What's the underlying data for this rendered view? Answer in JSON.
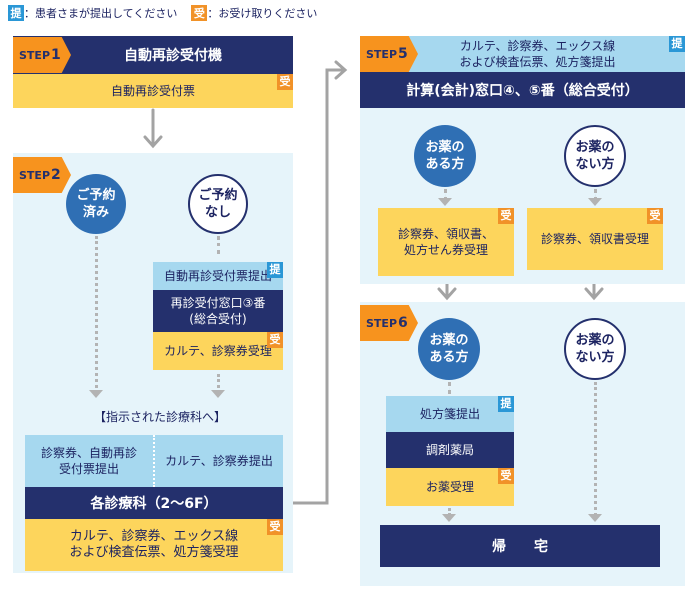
{
  "legend": {
    "submit_mark": "提",
    "submit_text": "：患者さまが提出してください",
    "receive_mark": "受",
    "receive_text": "：お受け取りください"
  },
  "badges": {
    "submit": "提",
    "receive": "受"
  },
  "step1": {
    "step_word": "STEP",
    "step_num": "1",
    "machine": "自動再診受付機",
    "ticket": "自動再診受付票"
  },
  "step2": {
    "step_word": "STEP",
    "step_num": "2",
    "reserved": "ご予約\n済み",
    "not_reserved": "ご予約\nなし",
    "submit_ticket": "自動再診受付票提出",
    "window3": "再診受付窓口③番\n(総合受付)",
    "receive_karte": "カルテ、診察券受理",
    "to_department": "【指示された診療科へ】",
    "submit_left": "診察券、自動再診\n受付票提出",
    "submit_right": "カルテ、診察券提出",
    "departments": "各診療科（2～6F）",
    "receive_docs": "カルテ、診察券、エックス線\nおよび検査伝票、処方箋受理"
  },
  "step5": {
    "step_word": "STEP",
    "step_num": "5",
    "submit_docs": "カルテ、診察券、エックス線\nおよび検査伝票、処方箋提出",
    "payment": "計算(会計)窓口④、⑤番（総合受付）",
    "with_medicine": "お薬の\nある方",
    "without_medicine": "お薬の\nない方",
    "receive_with": "診察券、領収書、\n処方せん券受理",
    "receive_without": "診察券、領収書受理"
  },
  "step6": {
    "step_word": "STEP",
    "step_num": "6",
    "with_medicine": "お薬の\nある方",
    "without_medicine": "お薬の\nない方",
    "submit_prescription": "処方箋提出",
    "pharmacy": "調剤薬局",
    "receive_medicine": "お薬受理",
    "go_home": "帰　　宅"
  },
  "colors": {
    "navy": "#24306d",
    "yellow": "#fdd55c",
    "sky": "#a6d8ef",
    "panel": "#e6f4fa",
    "orange": "#f7931e",
    "circle_blue": "#2f6fb4",
    "badge_blue": "#2a97d6"
  }
}
